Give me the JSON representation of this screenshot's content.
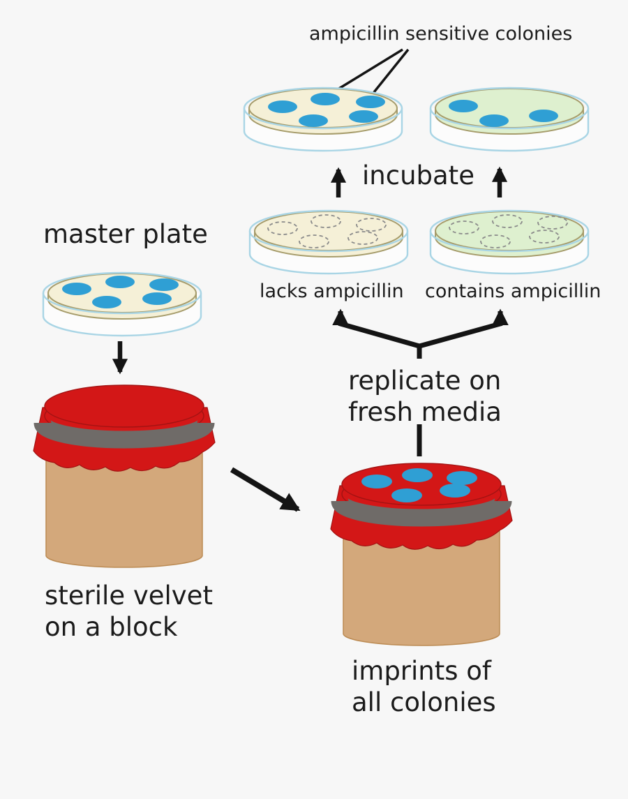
{
  "labels": {
    "top_annotation": "ampicillin sensitive colonies",
    "incubate": "incubate",
    "master_plate": "master plate",
    "lacks_ampicillin": "lacks ampicillin",
    "contains_ampicillin": "contains ampicillin",
    "replicate_line1": "replicate on",
    "replicate_line2": "fresh media",
    "velvet_line1": "sterile velvet",
    "velvet_line2": "on a block",
    "imprints_line1": "imprints of",
    "imprints_line2": "all colonies"
  },
  "plates": [
    {
      "id": "top-left",
      "media_color": "cream",
      "label": "lacks ampicillin",
      "colonies_solid": 5
    },
    {
      "id": "top-right",
      "media_color": "green",
      "label": "contains ampicillin",
      "colonies_solid": 3
    },
    {
      "id": "mid-left",
      "media_color": "cream",
      "label": "lacks ampicillin",
      "colonies_outlined": 5
    },
    {
      "id": "mid-right",
      "media_color": "green",
      "label": "contains ampicillin",
      "colonies_outlined": 5
    },
    {
      "id": "master",
      "media_color": "cream",
      "label": "master plate",
      "colonies_solid": 5
    }
  ],
  "colors": {
    "background": "#f7f7f7",
    "text": "#1b1b1b",
    "arrow": "#141414",
    "colony_blue": "#2f9fd4",
    "agar_cream": "#f5f0d7",
    "agar_green": "#def0cf",
    "agar_rim": "#a69c6b",
    "dish_glass": "#a9d5e5",
    "dashed_colony": "#8a8a8a",
    "velvet_red": "#d31717",
    "velvet_red_dark": "#a31313",
    "band_gray": "#6f6b68",
    "block_tan": "#d3a87b",
    "block_tan_edge": "#bb8a52"
  }
}
